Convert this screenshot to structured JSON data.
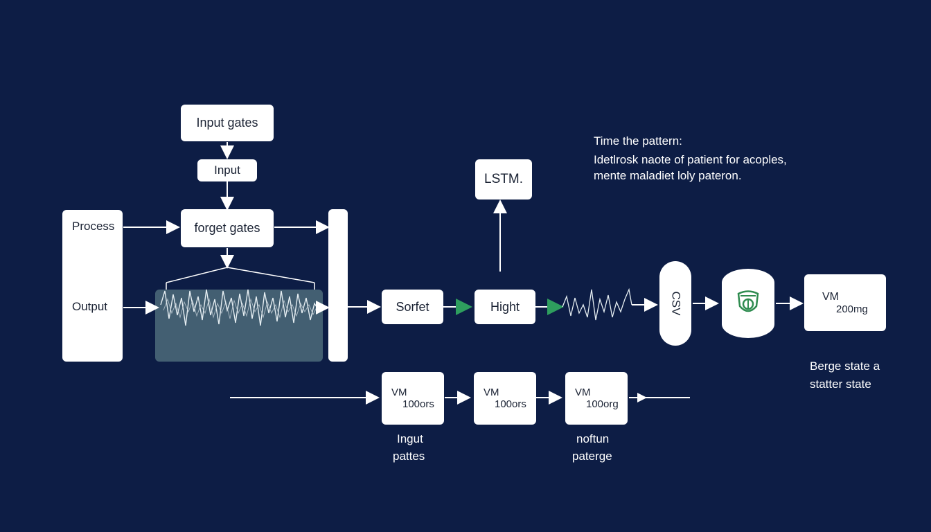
{
  "nodes": {
    "input_gates": "Input gates",
    "input": "Input",
    "forget_gates": "forget gates",
    "process": "Process",
    "output": "Output",
    "lstm": "LSTM.",
    "sorfet": "Sorfet",
    "hight": "Hight",
    "csv": "CSV",
    "vm_top": {
      "line1": "VM",
      "line2": "200mg"
    },
    "vm_row": [
      {
        "line1": "VM",
        "line2": "100ors"
      },
      {
        "line1": "VM",
        "line2": "100ors"
      },
      {
        "line1": "VM",
        "line2": "100org"
      }
    ]
  },
  "annotation": {
    "title": "Time the pattern:",
    "line1": "Idetlrosk naote of patient for acoples,",
    "line2": "mente maladiet loly pateron."
  },
  "side_label": {
    "line1": "Berge state a",
    "line2": "statter state"
  },
  "bottom_labels": [
    {
      "line1": "Ingut",
      "line2": "pattes"
    },
    {
      "line1": "noftun",
      "line2": "paterge"
    }
  ],
  "colors": {
    "background": "#0d1d45",
    "node": "#ffffff",
    "wave_panel": "#4d6b7a",
    "arrow_accent": "#2e9e5e",
    "shield": "#2e8b4f"
  }
}
